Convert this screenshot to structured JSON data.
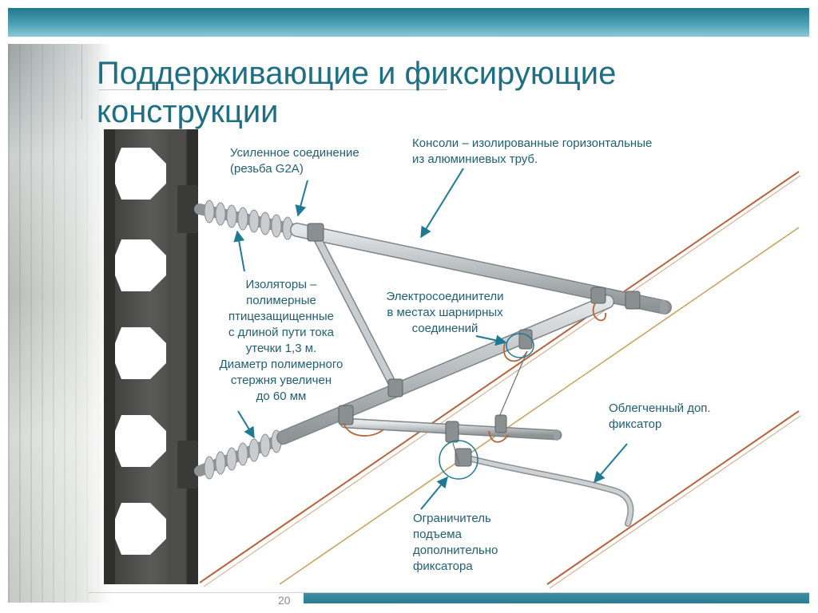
{
  "title": "Поддерживающие и фиксирующие конструкции",
  "page_number": "20",
  "labels": {
    "reinforced": [
      "Усиленное соединение",
      "(резьба G2A)"
    ],
    "consoles": [
      "Консоли – изолированные горизонтальные",
      "из алюминиевых труб."
    ],
    "insulators": [
      "Изоляторы –",
      "полимерные",
      "птицезащищенные",
      "с длиной пути тока",
      "утечки 1,3 м.",
      "Диаметр полимерного",
      "стержня увеличен",
      "до 60 мм"
    ],
    "electro": [
      "Электросоединители",
      "в местах шарнирных",
      "соединений"
    ],
    "light_fixator": [
      "Облегченный доп.",
      "фиксатор"
    ],
    "limiter": [
      "Ограничитель",
      "подъема",
      "дополнительно",
      "фиксатора"
    ]
  },
  "colors": {
    "accent": "#1e6f83",
    "label_text": "#1f5f70",
    "arrow": "#1e7a94",
    "mast": "#4a4a48",
    "tube": "#c4c8c9",
    "copper_wire": "#b8623a"
  }
}
